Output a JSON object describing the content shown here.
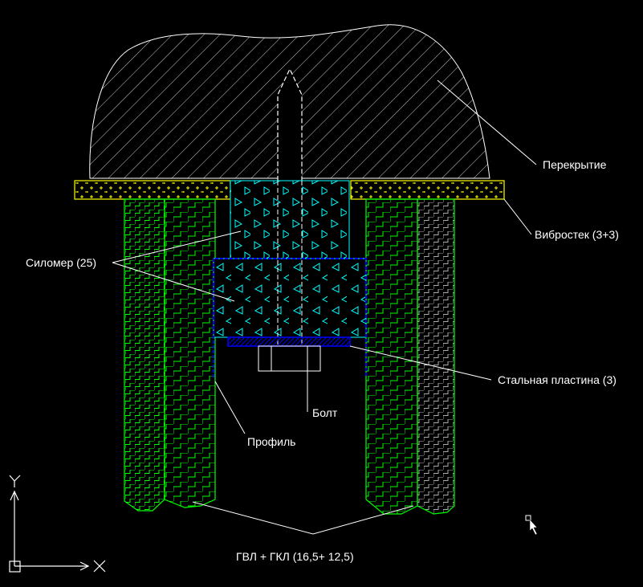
{
  "labels": {
    "slab": "Перекрытие",
    "vibrostek": "Вибростек (3+3)",
    "silomer": "Силомер (25)",
    "steel_plate": "Стальная пластина (3)",
    "bolt": "Болт",
    "profile": "Профиль",
    "gypsum": "ГВЛ + ГКЛ (16,5+ 12,5)"
  },
  "ucs": {
    "x_axis": "X",
    "y_axis": "Y"
  },
  "colors": {
    "background": "#000000",
    "lines": "#ffffff",
    "vibrostek": "#ffff00",
    "silomer": "#00ffff",
    "steel": "#0000ff",
    "gypsum": "#00ff00"
  }
}
